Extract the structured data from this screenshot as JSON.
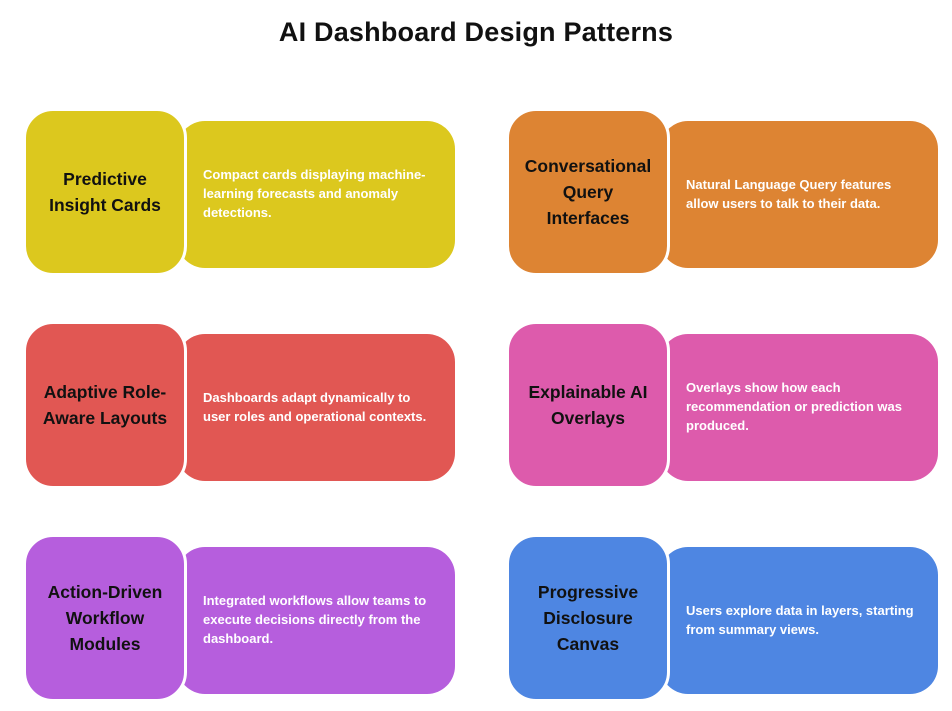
{
  "page": {
    "title": "AI Dashboard Design Patterns",
    "background_color": "#ffffff",
    "title_color": "#111111"
  },
  "text_colors": {
    "card_title": "#111111",
    "card_description": "#ffffff"
  },
  "cards": [
    {
      "id": "predictive-insight-cards",
      "title": "Predictive Insight Cards",
      "description": "Compact cards displaying machine-learning forecasts and anomaly detections.",
      "color": "#dcc81e"
    },
    {
      "id": "conversational-query-interfaces",
      "title": "Conversational Query Interfaces",
      "description": "Natural Language Query features allow users to talk to their data.",
      "color": "#dd8433"
    },
    {
      "id": "adaptive-role-aware-layouts",
      "title": "Adaptive Role-Aware Layouts",
      "description": "Dashboards adapt dynamically to user roles and operational contexts.",
      "color": "#e15753"
    },
    {
      "id": "explainable-ai-overlays",
      "title": "Explainable AI Overlays",
      "description": "Overlays show how each recommendation or prediction was produced.",
      "color": "#dd5bac"
    },
    {
      "id": "action-driven-workflow-modules",
      "title": "Action-Driven Workflow Modules",
      "description": "Integrated workflows allow teams to execute decisions directly from the dashboard.",
      "color": "#b65edd"
    },
    {
      "id": "progressive-disclosure-canvas",
      "title": "Progressive Disclosure Canvas",
      "description": "Users explore data in layers, starting from summary views.",
      "color": "#4e86e2"
    }
  ]
}
